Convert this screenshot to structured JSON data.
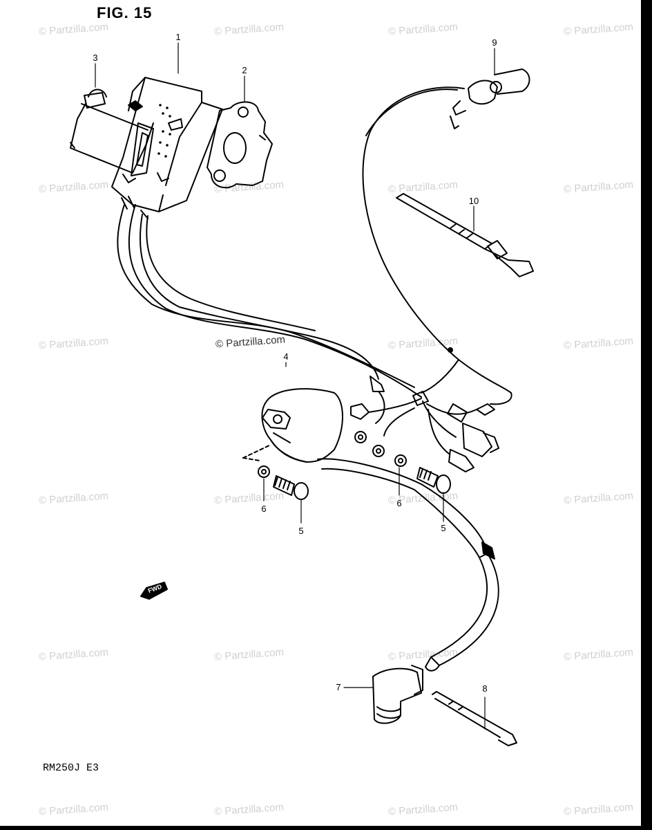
{
  "figure": {
    "title": "FIG. 15",
    "model_code": "RM250J  E3"
  },
  "watermark": {
    "text": "© Partzilla.com",
    "prominent_text": "© Partzilla.com"
  },
  "callouts": {
    "c1": "1",
    "c2": "2",
    "c3": "3",
    "c4": "4",
    "c5a": "5",
    "c5b": "5",
    "c6a": "6",
    "c6b": "6",
    "c7": "7",
    "c8": "8",
    "c9": "9",
    "c10": "10"
  },
  "fwd_label": "FWD",
  "colors": {
    "line": "#000000",
    "watermark": "#d0d0d0"
  }
}
